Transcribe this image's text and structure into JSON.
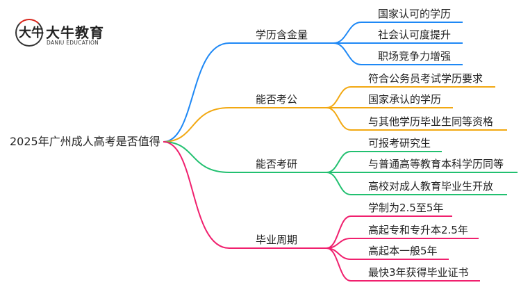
{
  "logo": {
    "mark": "大牛",
    "name": "大牛教育",
    "en": "DANIU EDUCATION"
  },
  "root": "2025年广州成人高考是否值得",
  "branches": [
    {
      "label": "学历含金量",
      "color": "#1e88f5",
      "children": [
        "国家认可的学历",
        "社会认可度提升",
        "职场竞争力增强"
      ]
    },
    {
      "label": "能否考公",
      "color": "#f2a811",
      "children": [
        "符合公务员考试学历要求",
        "国家承认的学历",
        "与其他学历毕业生同等资格"
      ]
    },
    {
      "label": "能否考研",
      "color": "#22c070",
      "children": [
        "可报考研究生",
        "与普通高等教育本科学历同等",
        "高校对成人教育毕业生开放"
      ]
    },
    {
      "label": "毕业周期",
      "color": "#f0206e",
      "children": [
        "学制为2.5至5年",
        "高起专和专升本2.5年",
        "高起本一般5年",
        "最快3年获得毕业证书"
      ]
    }
  ]
}
